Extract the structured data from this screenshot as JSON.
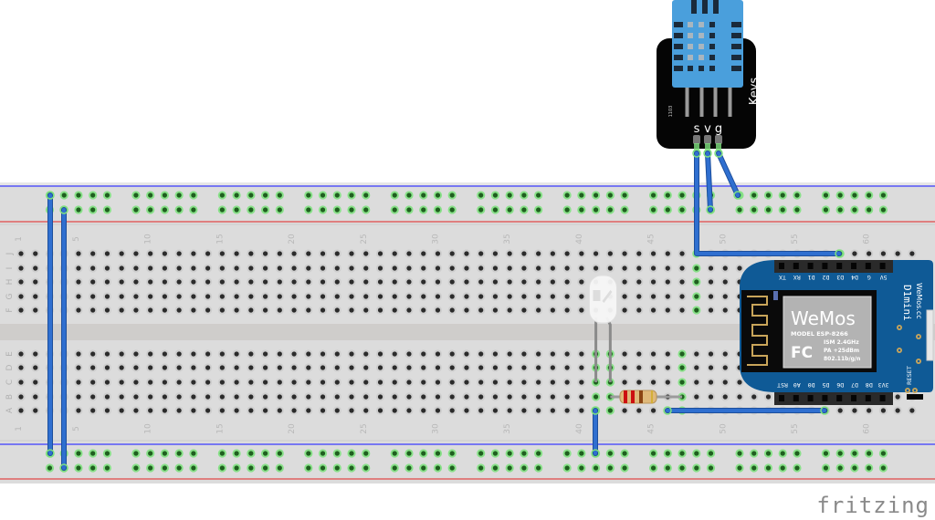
{
  "app": {
    "watermark": "fritzing"
  },
  "breadboard": {
    "columns": 63,
    "row_letters_top": [
      "J",
      "I",
      "H",
      "G",
      "F"
    ],
    "row_letters_bottom": [
      "E",
      "D",
      "C",
      "B",
      "A"
    ],
    "column_labels": [
      "1",
      "5",
      "10",
      "15",
      "20",
      "25",
      "30",
      "35",
      "40",
      "45",
      "50",
      "55",
      "60"
    ],
    "colors": {
      "board": "#dcdcdc",
      "channel": "#cfcdcb",
      "hole": "#2b2b2b",
      "hole_ring": "#c4c4c4",
      "connected_ring": "#7ee07e",
      "rail_blue": "#3b3bff",
      "rail_red": "#e06060"
    }
  },
  "dht_sensor": {
    "brand_label": "Keys",
    "pin_labels": [
      "s",
      "v",
      "g"
    ],
    "part_code": "1103",
    "colors": {
      "body": "#4a9fdc",
      "board": "#050505"
    }
  },
  "wemos_board": {
    "title": "D1mini",
    "brand": "WeMos.cc",
    "logo_text": "WeMos",
    "module_model_label": "MODEL",
    "module_model": "ESP-8266",
    "fcc_label": "FC",
    "module_specs": [
      "ISM 2.4GHz",
      "PA +25dBm",
      "802.11b/g/n"
    ],
    "top_pins": [
      "TX",
      "RX",
      "D1",
      "D2",
      "D3",
      "D4",
      "G",
      "5V"
    ],
    "bottom_pins": [
      "RST",
      "A0",
      "D0",
      "D5",
      "D6",
      "D7",
      "D8",
      "3V3"
    ],
    "reset_label": "RESET",
    "colors": {
      "pcb": "#0f5a96",
      "module": "#b3b3b3",
      "shield": "#0a0a0a"
    }
  },
  "led": {
    "color": "white",
    "column": 41
  },
  "resistor": {
    "bands": [
      "#cc1010",
      "#cc1010",
      "#8b4513",
      "#d4af37"
    ],
    "body": "#dfb97a"
  },
  "wires": {
    "color": "#2f6fd0",
    "list": [
      {
        "name": "left-rail-wire-1"
      },
      {
        "name": "left-rail-wire-2"
      },
      {
        "name": "dht-signal-wire"
      },
      {
        "name": "dht-vcc-wire"
      },
      {
        "name": "dht-gnd-wire"
      },
      {
        "name": "signal-row-j-wire"
      },
      {
        "name": "led-ground-wire"
      },
      {
        "name": "resistor-to-wemos-wire"
      }
    ]
  }
}
